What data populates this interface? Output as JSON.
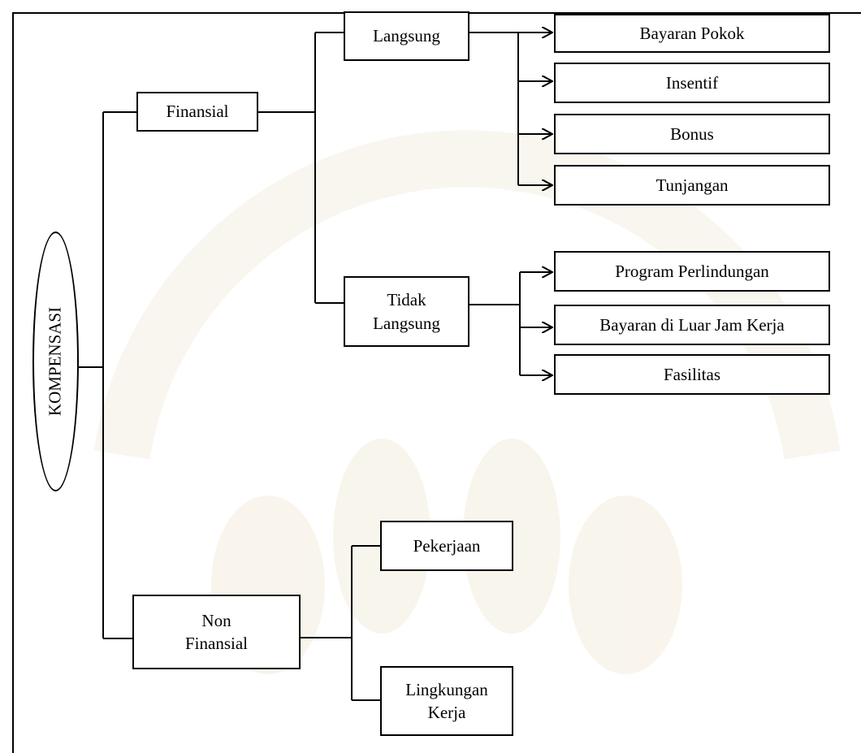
{
  "root": {
    "label": "KOMPENSASI"
  },
  "nodes": {
    "finansial": "Finansial",
    "non_finansial": "Non\nFinansial",
    "langsung": "Langsung",
    "tidak_langsung": "Tidak\nLangsung",
    "bayaran_pokok": "Bayaran Pokok",
    "insentif": "Insentif",
    "bonus": "Bonus",
    "tunjangan": "Tunjangan",
    "program_perlindungan": "Program Perlindungan",
    "bayaran_luar_jam": "Bayaran di Luar Jam Kerja",
    "fasilitas": "Fasilitas",
    "pekerjaan": "Pekerjaan",
    "lingkungan_kerja": "Lingkungan\nKerja"
  }
}
